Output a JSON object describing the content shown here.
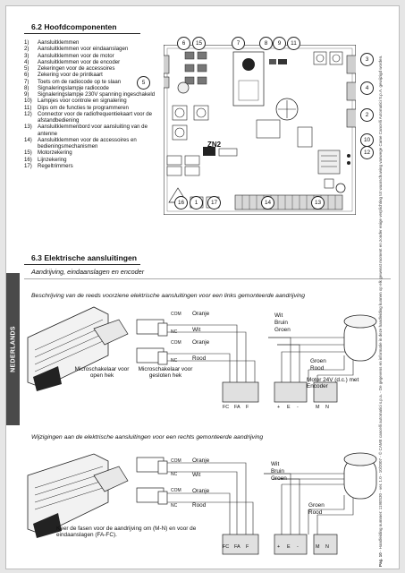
{
  "section_components": {
    "title": "6.2 Hoofdcomponenten",
    "items": [
      {
        "num": "1)",
        "text": "Aansluitklemmen"
      },
      {
        "num": "2)",
        "text": "Aansluitklemmen voor eindaanslagen"
      },
      {
        "num": "3)",
        "text": "Aansluitklemmen voor de motor"
      },
      {
        "num": "4)",
        "text": "Aansluitklemmen voor de encoder"
      },
      {
        "num": "5)",
        "text": "Zekeringen voor de accessoires"
      },
      {
        "num": "6)",
        "text": "Zekering voor de printkaart"
      },
      {
        "num": "7)",
        "text": "Toets om de radiocode op te slaan"
      },
      {
        "num": "8)",
        "text": "Signaleringslampje radiocode"
      },
      {
        "num": "9)",
        "text": "Signaleringslampje 230V spanning ingeschakeld"
      },
      {
        "num": "10)",
        "text": "Lampjes voor controle en signalering"
      },
      {
        "num": "11)",
        "text": "Dips om de functies te programmeren"
      },
      {
        "num": "12)",
        "text": "Connector voor de radiofrequentiekaart voor de afstandbediening"
      },
      {
        "num": "13)",
        "text": "Aansluitklemmenbord voor aansluiting van de antenne"
      },
      {
        "num": "14)",
        "text": "Aansluitklemmen voor de accessoires en bedieningsmechanismen"
      },
      {
        "num": "15)",
        "text": "Motorzekering"
      },
      {
        "num": "16)",
        "text": "Lijnzekering"
      },
      {
        "num": "17)",
        "text": "Regeltrimmers"
      }
    ],
    "callouts": {
      "c6": "6",
      "c15": "15",
      "c7": "7",
      "c8": "8",
      "c9": "9",
      "c11": "11",
      "c3": "3",
      "c4": "4",
      "c2": "2",
      "c5": "5",
      "c10": "10",
      "c12": "12",
      "c16": "16",
      "c1": "1",
      "c17": "17",
      "c14": "14",
      "c13": "13"
    },
    "board_text": "ZN2"
  },
  "section_connections": {
    "title": "6.3 Elektrische aansluitingen",
    "subtitle": "Aandrijving, eindaanslagen en encoder",
    "left_heading": "Beschrijving van de reeds voorziene elektrische aansluitingen voor een links gemonteerde aandrijving",
    "right_heading": "Wijzigingen aan de elektrische aansluitingen voor een rechts gemonteerde aandrijving",
    "microswitch_open": "Microschakelaar voor open hek",
    "microswitch_closed": "Microschakelaar voor gesloten hek",
    "motor_label": "Motor 24V (d.c.) met Encoder",
    "phase_note": "Keer de fasen voor de aandrijving om (M-N) en voor de eindaanslagen (FA-FC).",
    "wires": {
      "orange": "Oranje",
      "white": "Wit",
      "brown": "Bruin",
      "green": "Groen",
      "red": "Rood"
    },
    "switch_terms": {
      "com": "COM",
      "nc": "NC"
    },
    "terminals": {
      "fc": "FC",
      "fa": "FA",
      "f": "F",
      "plus": "+",
      "e": "E",
      "minus": "-",
      "m": "M",
      "n": "N"
    }
  },
  "sidebar": {
    "label": "NEDERLANDS"
  },
  "footer": {
    "page": "Pag. 10",
    "text": "- Handleiding nummer: 119BS30 - ver. 1.0 - 10/2007 - © CAME cancelli automatici s.p.a. - De gegevens en informatie in deze handleiding kunnen op elk gewenst moment en zonder enige verplichting tot waarschuwing vanwege Came Cancelli Automatici S.p.A. gewijzigd worden."
  }
}
